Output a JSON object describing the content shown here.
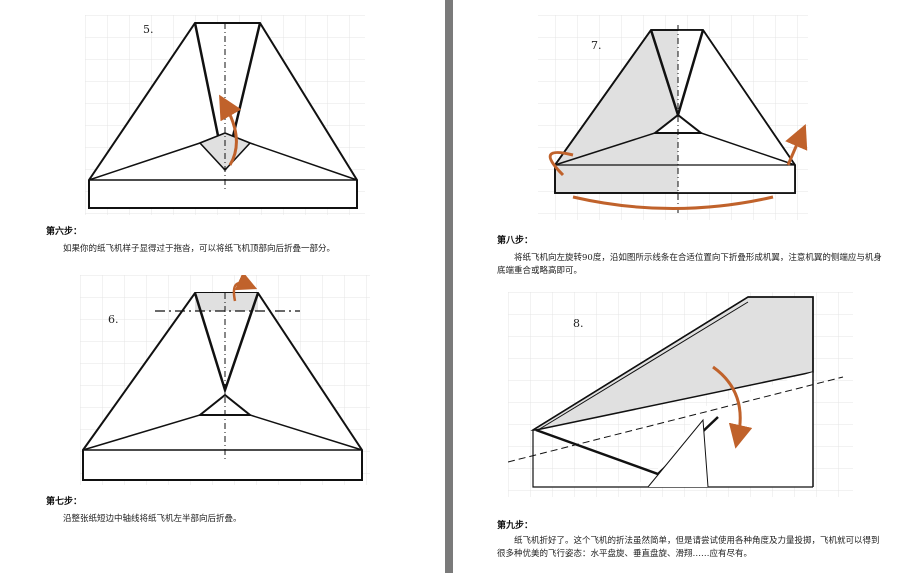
{
  "left_page": {
    "step5": {
      "number": "5."
    },
    "step6_heading": "第六步：",
    "step6_text": "如果你的纸飞机样子显得过于拖沓，可以将纸飞机顶部向后折叠一部分。",
    "step6": {
      "number": "6."
    },
    "step7_heading": "第七步：",
    "step7_text": "沿整张纸短边中轴线将纸飞机左半部向后折叠。"
  },
  "right_page": {
    "step7": {
      "number": "7."
    },
    "step8_heading": "第八步：",
    "step8_text": "将纸飞机向左旋转90度，沿如图所示线条在合适位置向下折叠形成机翼，注意机翼的侧端应与机身底端重合或略高即可。",
    "step8": {
      "number": "8."
    },
    "step9_heading": "第九步：",
    "step9_text": "纸飞机折好了。这个飞机的折法虽然简单，但是请尝试使用各种角度及力量投掷，飞机就可以得到很多种优美的飞行姿态：水平盘旋、垂直盘旋、滑翔……应有尽有。"
  },
  "colors": {
    "arrow": "#c0622b",
    "shade": "#e0e0e0",
    "grid": "#e6e6e6",
    "line": "#111111"
  }
}
